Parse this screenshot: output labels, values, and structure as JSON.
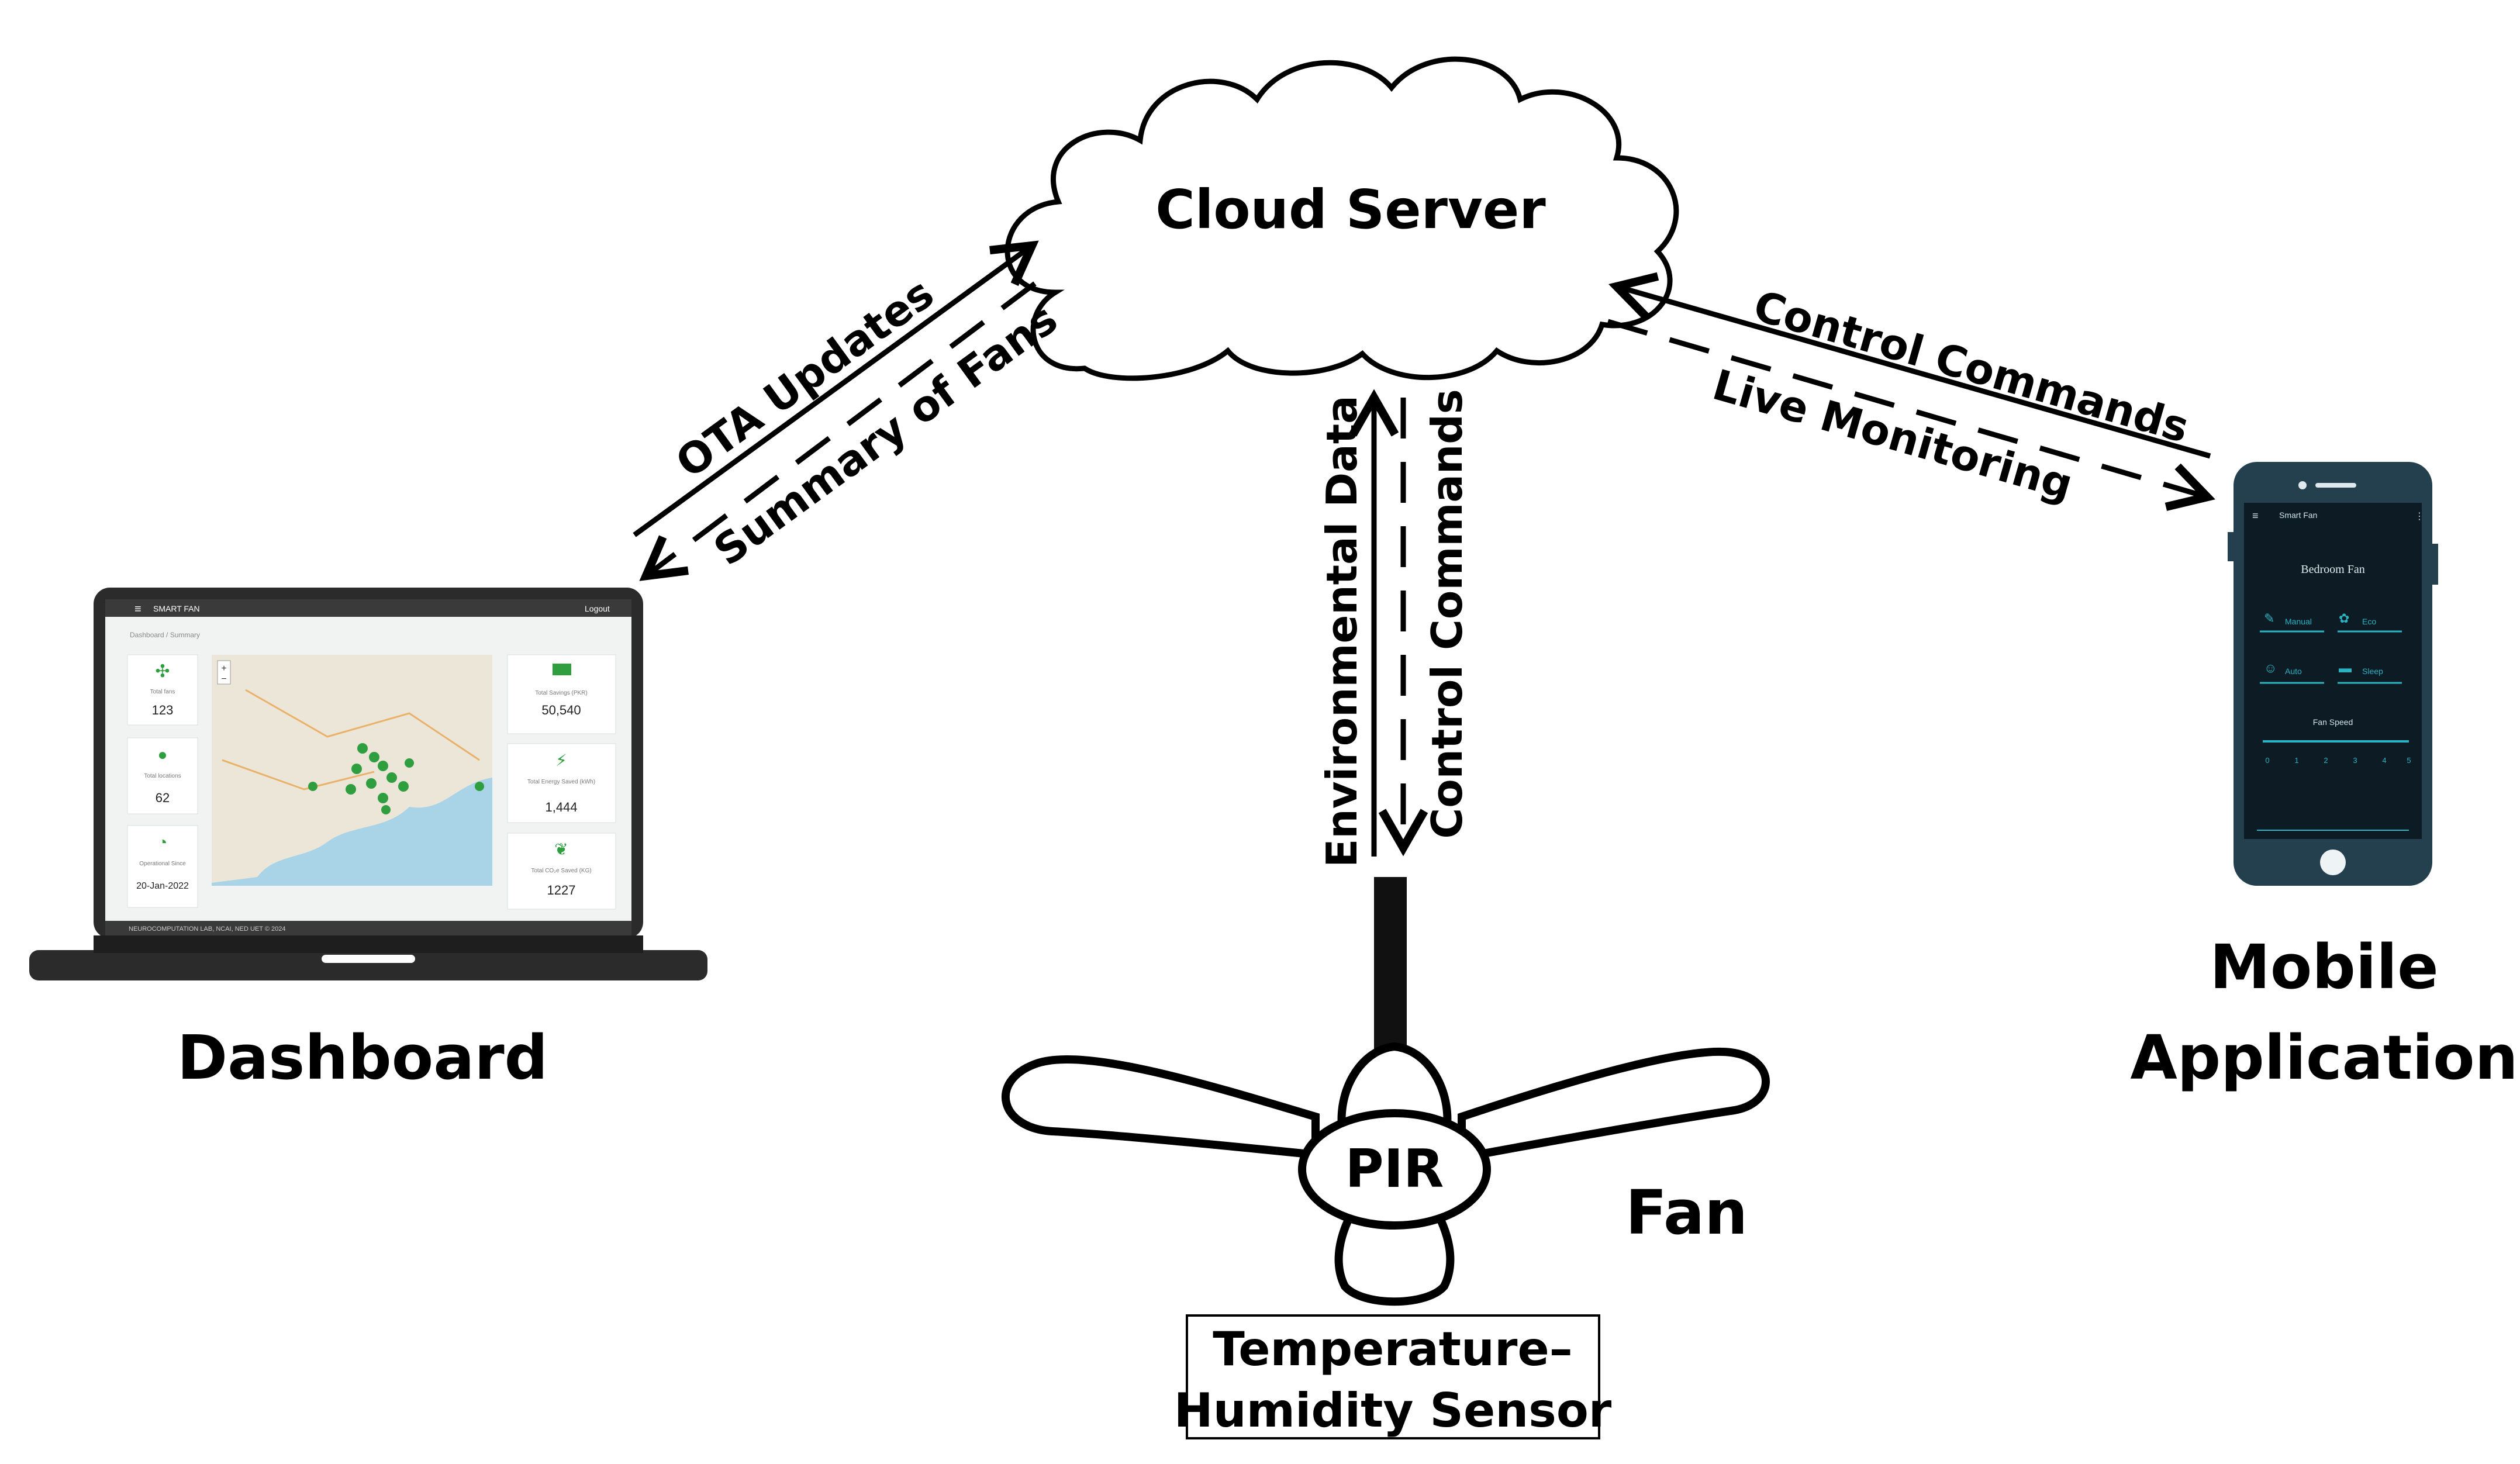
{
  "nodes": {
    "cloud": {
      "label": "Cloud Server"
    },
    "dashboard": {
      "label": "Dashboard"
    },
    "fan": {
      "label": "Fan",
      "pir_label": "PIR",
      "sensor_line1": "Temperature–",
      "sensor_line2": "Humidity Sensor"
    },
    "mobile": {
      "label_line1": "Mobile",
      "label_line2": "Application"
    }
  },
  "edges": {
    "ota_updates": "OTA Updates",
    "summary_of_fans": "Summary of Fans",
    "environmental_data": "Environmental Data",
    "control_commands_fan": "Control Commands",
    "control_commands_mobile": "Control Commands",
    "live_monitoring": "Live Monitoring"
  },
  "dashboard_screen": {
    "app_title": "SMART FAN",
    "logout": "Logout",
    "breadcrumb": "Dashboard / Summary",
    "footer": "NEUROCOMPUTATION LAB, NCAI, NED UET © 2024",
    "left_cards": [
      {
        "label": "Total fans",
        "value": "123"
      },
      {
        "label": "Total locations",
        "value": "62"
      },
      {
        "label": "Operational Since",
        "value": "20-Jan-2022"
      }
    ],
    "right_cards": [
      {
        "label": "Total Savings (PKR)",
        "value": "50,540"
      },
      {
        "label": "Total Energy Saved (kWh)",
        "value": "1,444"
      },
      {
        "label": "Total CO₂e Saved (KG)",
        "value": "1227"
      }
    ]
  },
  "mobile_screen": {
    "app_title": "Smart Fan",
    "device_name": "Bedroom Fan",
    "modes": [
      "Manual",
      "Eco",
      "Auto",
      "Sleep"
    ],
    "speed_label": "Fan Speed",
    "speed_ticks": [
      "0",
      "1",
      "2",
      "3",
      "4",
      "5"
    ]
  },
  "colors": {
    "ink": "#000000",
    "laptop_body": "#2b2b2b",
    "dashboard_green": "#2e9e3f",
    "map_water": "#a9d3e6",
    "map_land": "#ece6d8",
    "phone_body": "#24404e",
    "phone_screen": "#0d1b24",
    "phone_accent": "#2bb3c4"
  }
}
